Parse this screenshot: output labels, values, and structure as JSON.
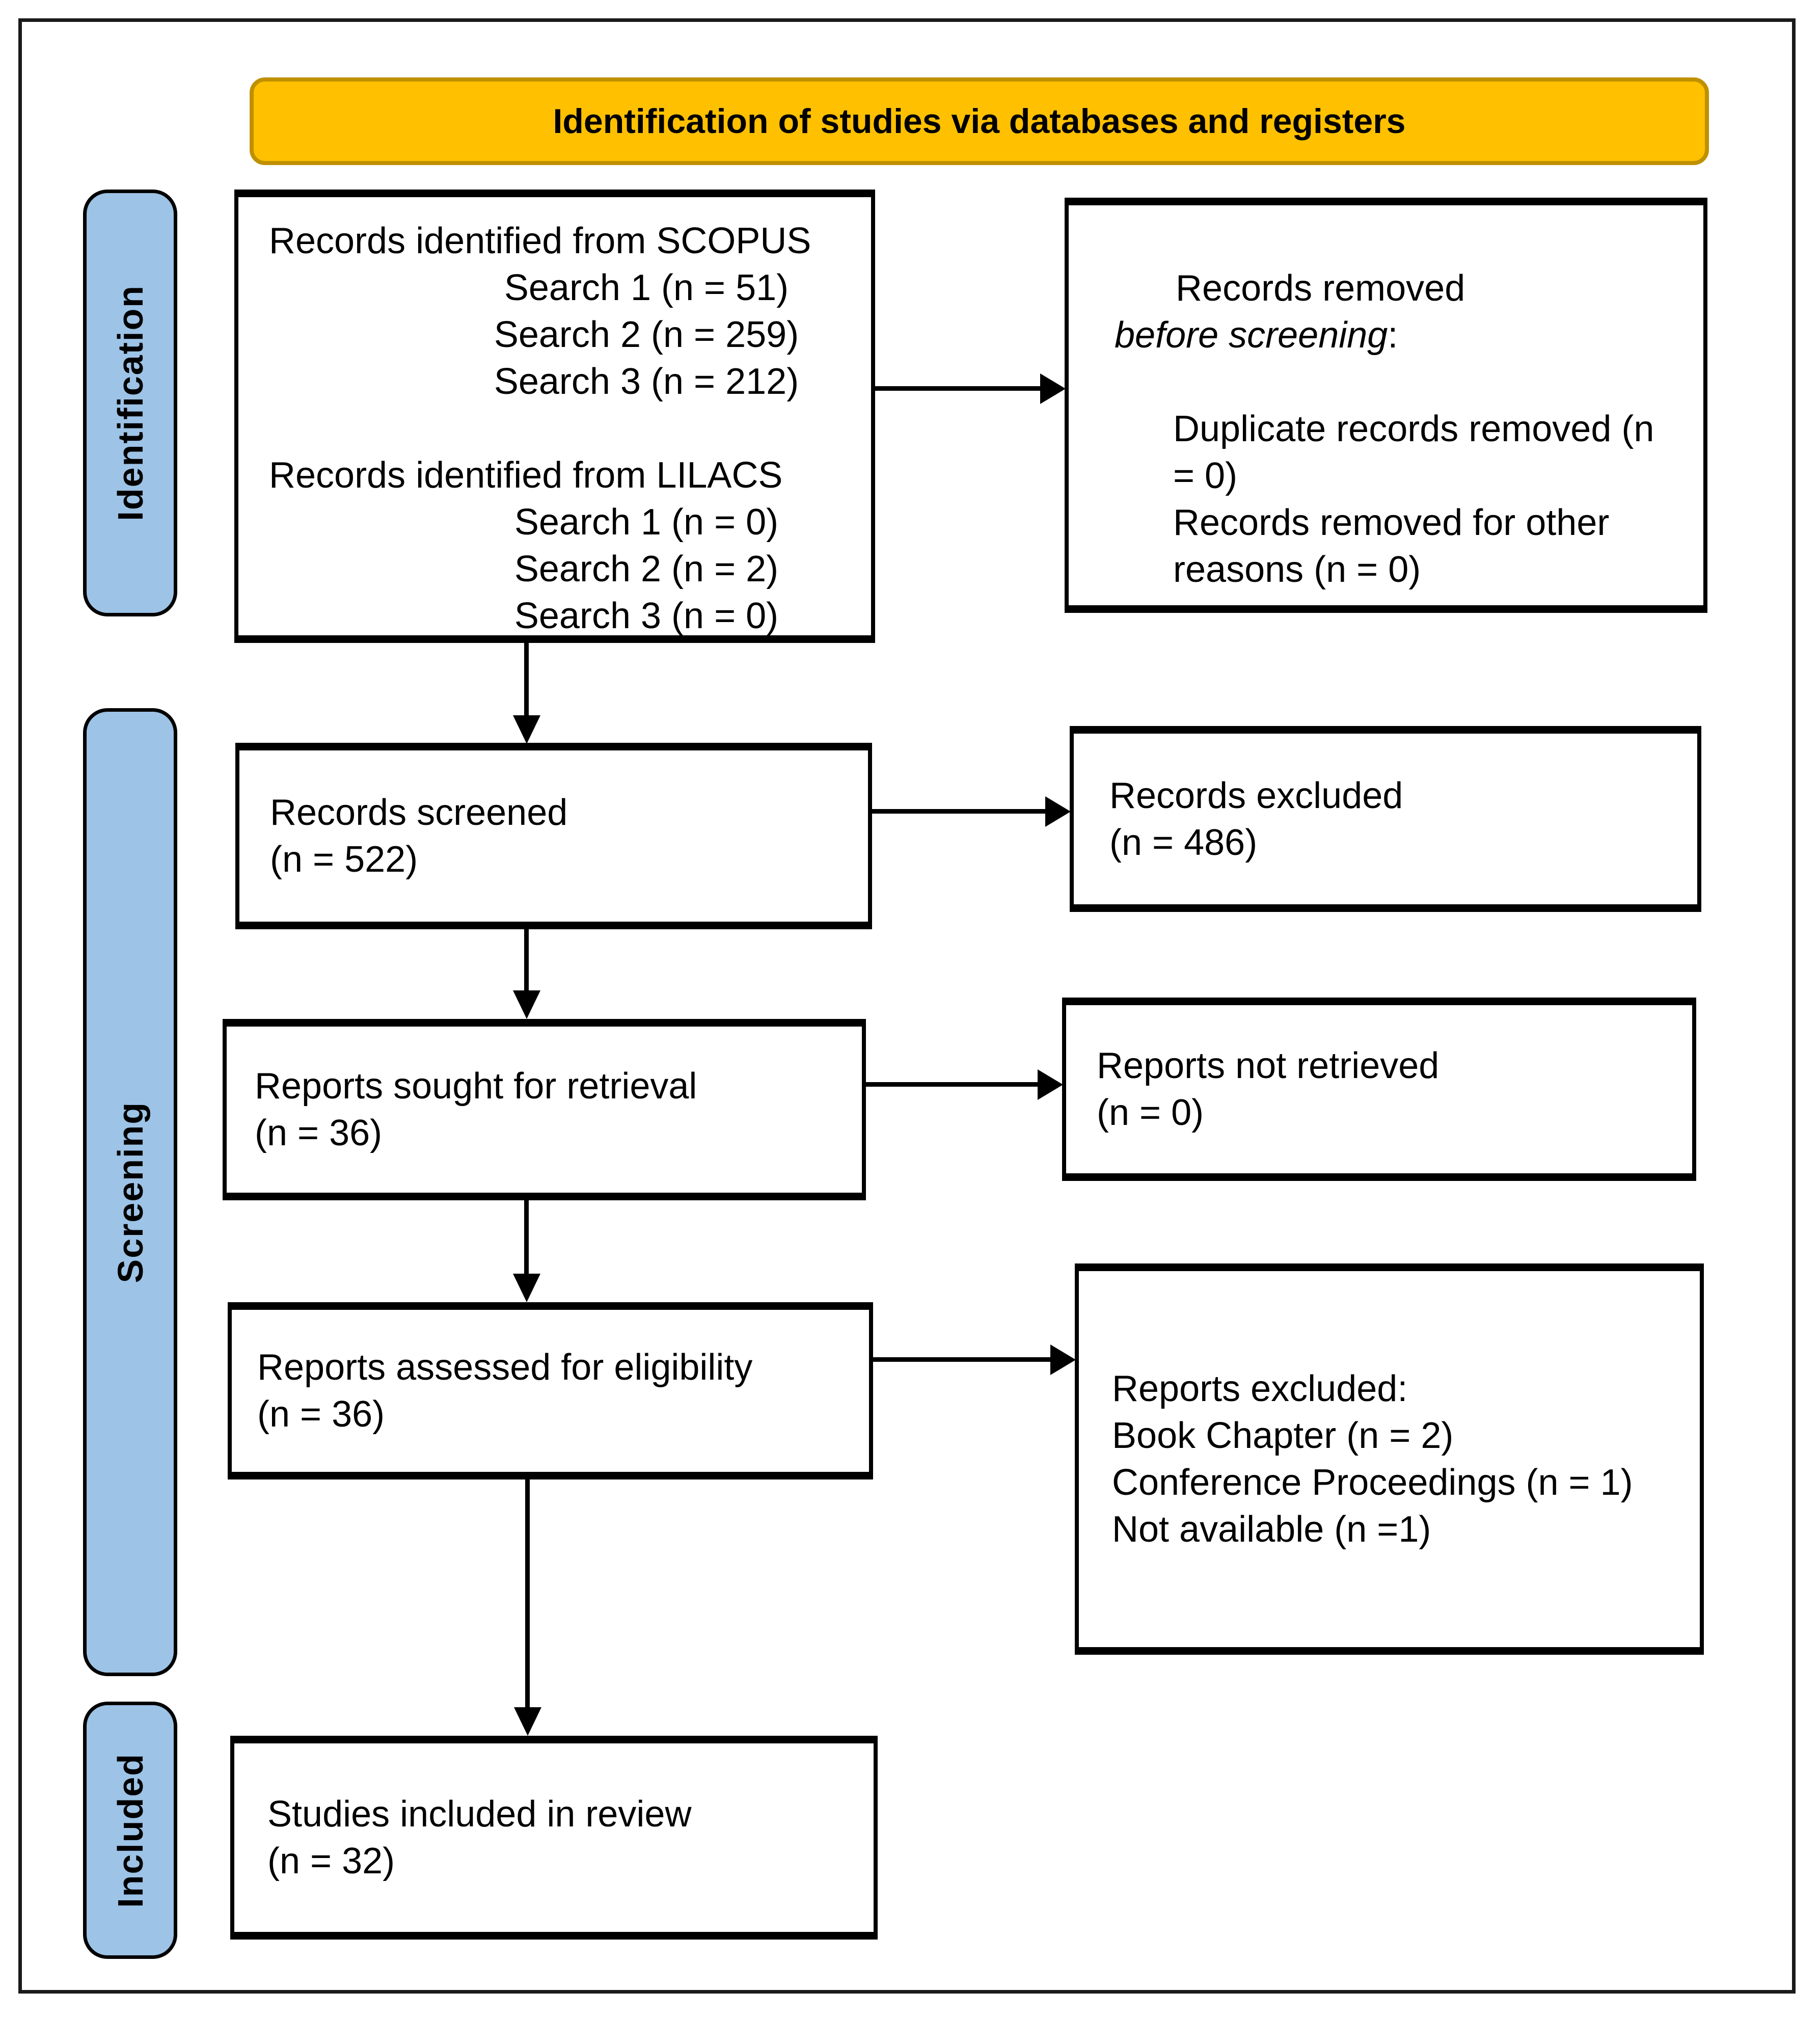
{
  "colors": {
    "banner_fill": "#FFC000",
    "banner_border": "#BF9000",
    "stage_fill": "#9DC3E6"
  },
  "banner": {
    "title": "Identification of studies via databases and registers"
  },
  "stages": {
    "identification": "Identification",
    "screening": "Screening",
    "included": "Included"
  },
  "flow": {
    "identified": {
      "scopus_header": "Records identified from SCOPUS",
      "scopus_items": [
        "Search 1 (n = 51)",
        "Search 2 (n = 259)",
        "Search 3 (n = 212)"
      ],
      "lilacs_header": "Records identified from LILACS",
      "lilacs_items": [
        "Search 1 (n = 0)",
        "Search 2 (n = 2)",
        "Search 3 (n = 0)"
      ]
    },
    "removed": {
      "title_pre": "Records removed ",
      "title_italic": "before screening",
      "title_post": ":",
      "items": [
        "Duplicate records removed (n = 0)",
        "Records removed for other reasons (n = 0)"
      ]
    },
    "screened": {
      "line1": "Records screened",
      "line2": "(n = 522)"
    },
    "records_excluded": {
      "line1": "Records excluded",
      "line2": "(n = 486)"
    },
    "sought": {
      "line1": "Reports sought for retrieval",
      "line2": "(n = 36)"
    },
    "not_retrieved": {
      "line1": "Reports not retrieved",
      "line2": "(n = 0)"
    },
    "assessed": {
      "line1": "Reports assessed for eligibility",
      "line2": "(n = 36)"
    },
    "reports_excluded": {
      "title": "Reports excluded:",
      "items": [
        "Book Chapter (n = 2)",
        "Conference Proceedings (n = 1)",
        "Not available (n =1)"
      ]
    },
    "included_in_review": {
      "line1": "Studies included in review",
      "line2": "(n = 32)"
    }
  }
}
